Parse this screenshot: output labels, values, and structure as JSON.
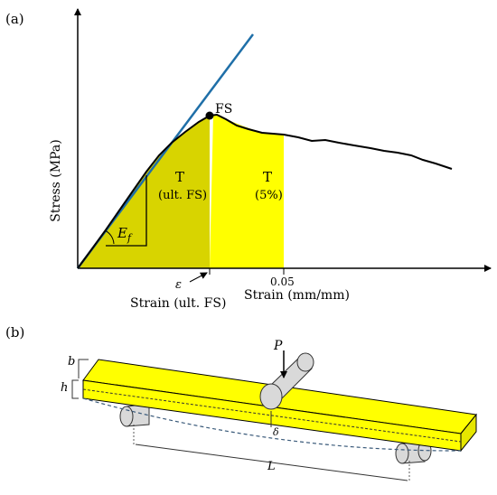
{
  "panel_a": {
    "label": "(a)",
    "y_axis_label": "Stress (MPa)",
    "x_axis_label": "Strain (mm/mm)",
    "fs_label": "FS",
    "t_ult_label_line1": "T",
    "t_ult_label_line2": "(ult. FS)",
    "t5_label_line1": "T",
    "t5_label_line2": "(5%)",
    "modulus_label": "E",
    "modulus_sub": "f",
    "epsilon_label": "ε",
    "strain_ult_label": "Strain (ult. FS)",
    "tick_005": "0.05"
  },
  "panel_b": {
    "label": "(b)",
    "load_label": "P",
    "width_label": "b",
    "height_label": "h",
    "deflection_label": "δ",
    "span_label": "L"
  },
  "colors": {
    "region_ult": "#d8d400",
    "region_5": "#ffff00",
    "modulus_line": "#1f6fa8",
    "beam": "#ffff00",
    "beam_side": "#e6e600",
    "roller": "#d9d9d9",
    "deflection": "#3a5a7a"
  }
}
